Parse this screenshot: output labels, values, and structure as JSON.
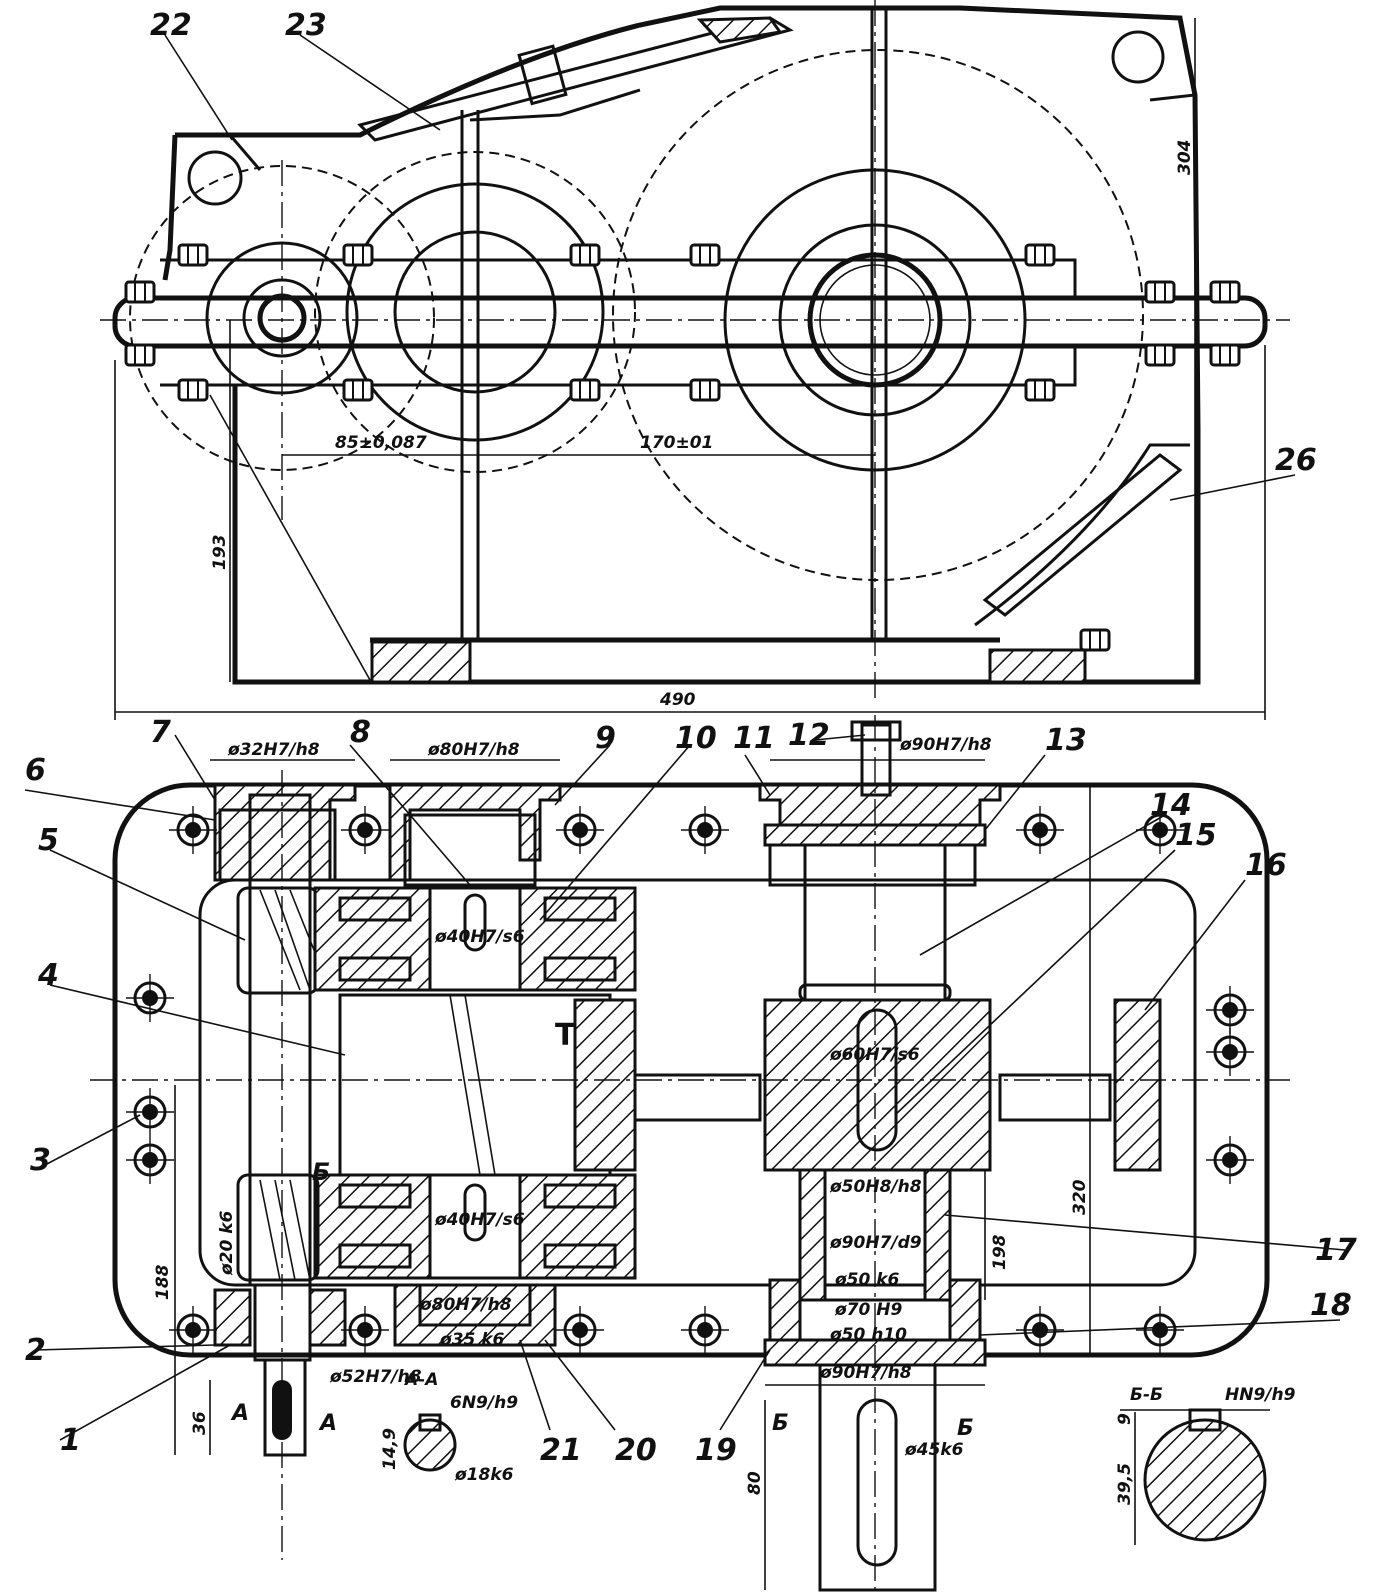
{
  "part_labels": {
    "p1": "1",
    "p2": "2",
    "p3": "3",
    "p4": "4",
    "p5": "5",
    "p6": "6",
    "p7": "7",
    "p8": "8",
    "p9": "9",
    "p10": "10",
    "p11": "11",
    "p12": "12",
    "p13": "13",
    "p14": "14",
    "p15": "15",
    "p16": "16",
    "p17": "17",
    "p18": "18",
    "p19": "19",
    "p20": "20",
    "p21": "21",
    "p22": "22",
    "p23": "23",
    "p26": "26"
  },
  "dimensions": {
    "center_distance_fast": "85±0,087",
    "center_distance_slow": "170±01",
    "overall_length": "490",
    "overall_height": "304",
    "axis_height": "193",
    "width_320": "320",
    "width_198": "198",
    "width_188": "188",
    "shaft_out_len": "36",
    "shaft_out_len_slow": "80",
    "d_32": "ø32H7/h8",
    "d_80": "ø80H7/h8",
    "d_90_top": "ø90H7/h8",
    "d_40_top": "ø40H7/s6",
    "d_40_bot": "ø40H7/s6",
    "d_60": "ø60H7/s6",
    "d_50_h8": "ø50H8/h8",
    "d_90_bot": "ø90H7/d9",
    "d_50_k6": "ø50 k6",
    "d_70": "ø70 H9",
    "d_50_h10": "ø50 h10",
    "d_90_h8_bot": "ø90H7/h8",
    "d_45": "ø45k6",
    "d_52": "ø52H7/h8",
    "d_80_bot": "ø80H7/h8",
    "d_35": "ø35 k6",
    "d_20": "ø20 k6",
    "d_18": "ø18k6",
    "key_bn9": "6N9/h9",
    "key_14_9": "14,9",
    "section_aa": "A-A",
    "section_bb": "Б-Б",
    "key_hn9": "HN9/h9",
    "dim_9": "9",
    "dim_39_5": "39,5",
    "mark_A": "A",
    "mark_B": "Б",
    "mark_T": "T"
  }
}
